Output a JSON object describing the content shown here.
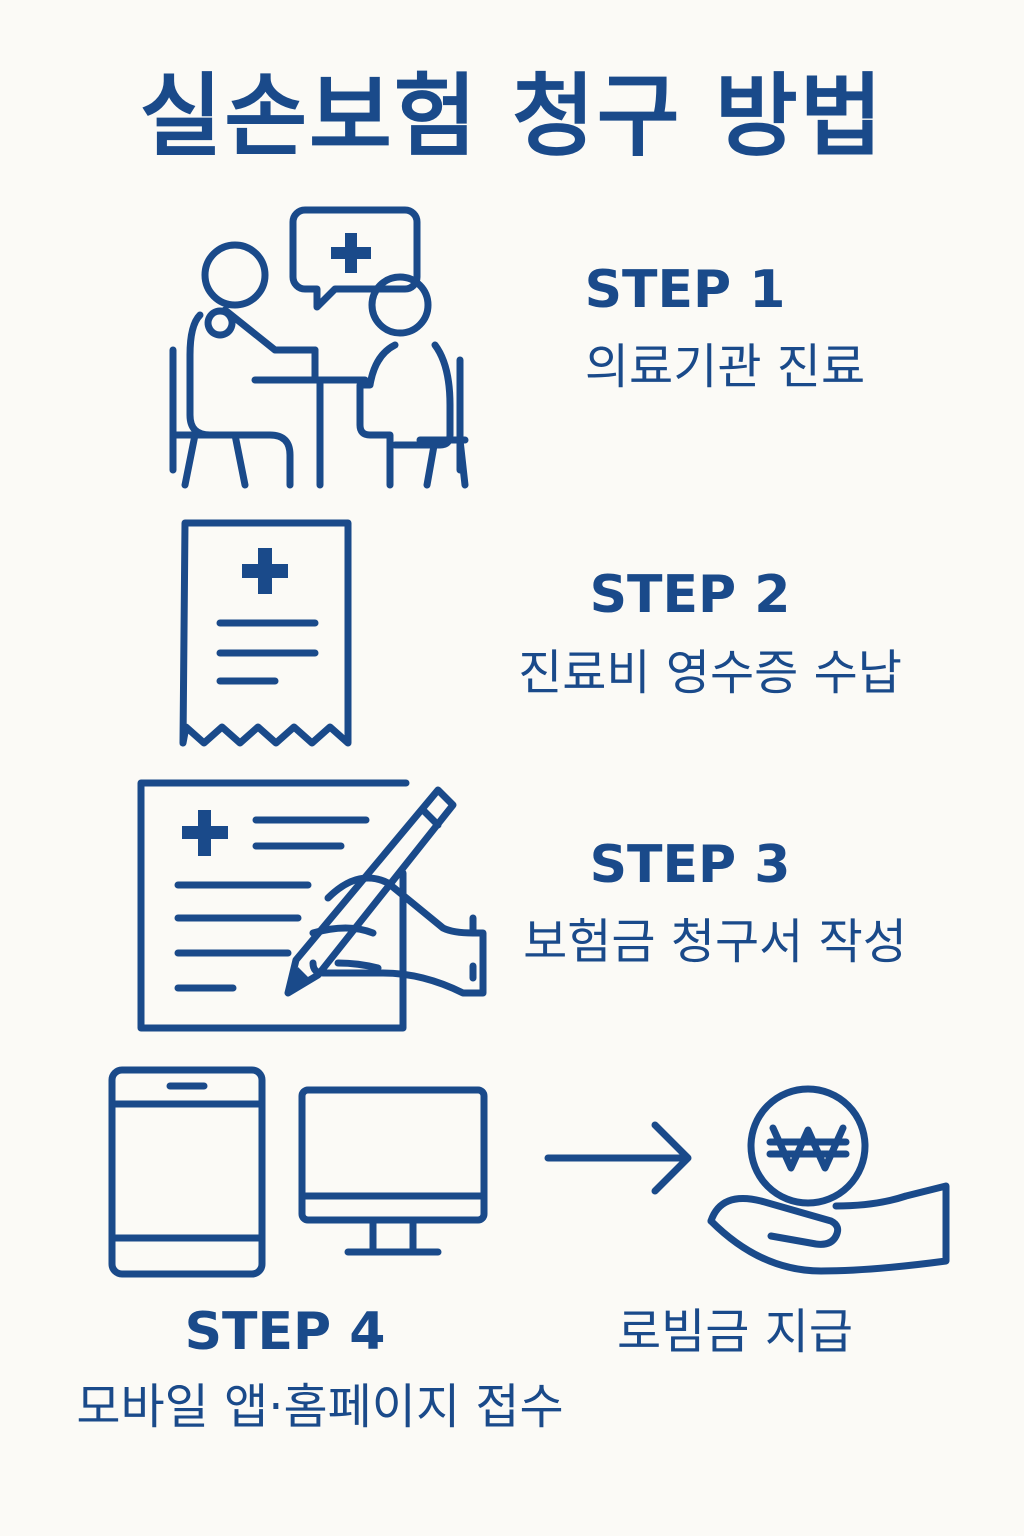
{
  "title": "실손보험 청구 방법",
  "steps": [
    {
      "label": "STEP 1",
      "text": "의료기관 진료"
    },
    {
      "label": "STEP 2",
      "text": "진료비 영수증 수납"
    },
    {
      "label": "STEP 3",
      "text": "보험금 청구서 작성"
    },
    {
      "label": "STEP 4",
      "text": "모바일 앱·홈페이지 접수"
    }
  ],
  "payout": {
    "text": "로빔금 지급"
  },
  "icons": {
    "step1": "doctor-patient-consultation-icon",
    "step2": "medical-receipt-icon",
    "step3": "claim-form-writing-icon",
    "step4_tablet": "tablet-icon",
    "step4_monitor": "monitor-icon",
    "arrow": "arrow-right-icon",
    "payout": "hand-coin-won-icon"
  },
  "colors": {
    "primary": "#1a4a8a",
    "background": "#fbfaf6"
  }
}
